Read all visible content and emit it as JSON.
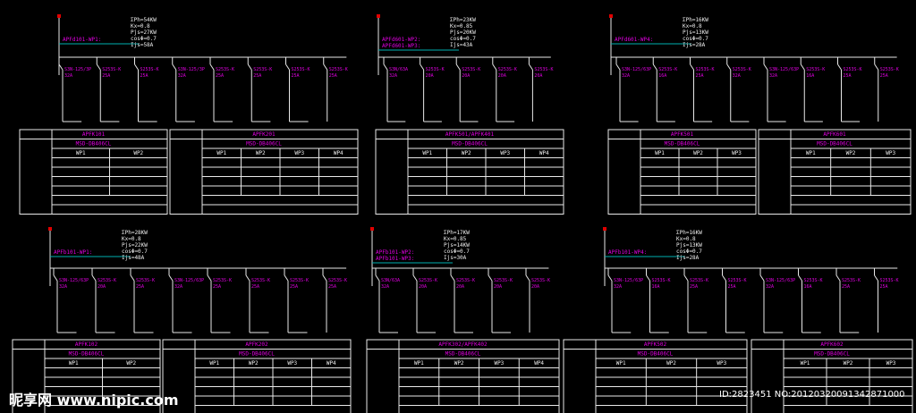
{
  "groups": [
    {
      "ref": "APFd101-WP1:",
      "params": [
        "ΣPh=54KW",
        "Kx=0.8",
        "Pjs=27KW",
        "cosΦ=0.7",
        "Ijs=58A"
      ],
      "switches": [
        "S3N-125/3P 32A",
        "S253S-K 25A",
        "S253S-K 25A",
        "S3N-125/3P 32A",
        "S253S-K 25A",
        "S253S-K 25A",
        "S253S-K 25A",
        "S253S-K 25A"
      ],
      "tables": [
        {
          "title": "APFK101",
          "model": "MSD-DB406CL",
          "cols": [
            "WP1",
            "WP2"
          ]
        },
        {
          "title": "APFK201",
          "model": "MSD-DB406CL",
          "cols": [
            "WP1",
            "WP2",
            "WP3",
            "WP4"
          ]
        }
      ]
    },
    {
      "ref": "APFd601-WP2: APFd601-WP3:",
      "params": [
        "ΣPh=23KW",
        "Kx=0.85",
        "Pjs=20KW",
        "cosΦ=0.7",
        "Ijs=43A"
      ],
      "switches": [
        "S3N/63A 32A",
        "S253S-K 20A",
        "S253S-K 20A",
        "S253S-K 20A",
        "S253S-K 20A"
      ],
      "tables": [
        {
          "title": "APFK501/APFK401",
          "model": "MSD-DB406CL",
          "cols": [
            "WP1",
            "WP2",
            "WP3",
            "WP4"
          ]
        }
      ]
    },
    {
      "ref": "APFd601-WP4:",
      "params": [
        "ΣPh=16KW",
        "Kx=0.8",
        "Pjs=13KW",
        "cosΦ=0.7",
        "Ijs=28A"
      ],
      "switches": [
        "S3N-125/63P 32A",
        "S253S-K 16A",
        "S253S-K 25A",
        "S253S-K 32A",
        "S3N-125/63P 32A",
        "S253S-K 16A",
        "S253S-K 25A",
        "S253S-K 25A"
      ],
      "tables": [
        {
          "title": "APFK501",
          "model": "MSD-DB406CL",
          "cols": [
            "WP1",
            "WP2",
            "WP3"
          ]
        },
        {
          "title": "APFK601",
          "model": "MSD-DB406CL",
          "cols": [
            "WP1",
            "WP2",
            "WP3"
          ]
        }
      ]
    },
    {
      "ref": "APFb101-WP1:",
      "params": [
        "ΣPh=28KW",
        "Kx=0.8",
        "Pjs=22KW",
        "cosΦ=0.7",
        "Ijs=48A"
      ],
      "switches": [
        "S3N-125/63P 32A",
        "S253S-K 20A",
        "S253S-K 25A",
        "S3N-125/63P 32A",
        "S253S-K 25A",
        "S253S-K 25A",
        "S253S-K 25A",
        "S253S-K 25A"
      ],
      "tables": [
        {
          "title": "APFK102",
          "model": "MSD-DB406CL",
          "cols": [
            "WP1",
            "WP2"
          ]
        },
        {
          "title": "APFK202",
          "model": "MSD-DB406CL",
          "cols": [
            "WP1",
            "WP2",
            "WP3",
            "WP4"
          ]
        }
      ]
    },
    {
      "ref": "APFb101-WP2: APFb101-WP3:",
      "params": [
        "ΣPh=17KW",
        "Kx=0.85",
        "Pjs=14KW",
        "cosΦ=0.7",
        "Ijs=30A"
      ],
      "switches": [
        "S3N/63A 32A",
        "S253S-K 20A",
        "S253S-K 20A",
        "S253S-K 20A",
        "S253S-K 20A"
      ],
      "tables": [
        {
          "title": "APFK302/APFK402",
          "model": "MSD-DB406CL",
          "cols": [
            "WP1",
            "WP2",
            "WP3",
            "WP4"
          ]
        }
      ]
    },
    {
      "ref": "APFb101-WP4:",
      "params": [
        "ΣPh=16KW",
        "Kx=0.8",
        "Pjs=13KW",
        "cosΦ=0.7",
        "Ijs=28A"
      ],
      "switches": [
        "S3N-125/63P 32A",
        "S253S-K 16A",
        "S253S-K 25A",
        "S253S-K 25A",
        "S3N-125/63P 32A",
        "S253S-K 16A",
        "S253S-K 25A",
        "S253S-K 25A"
      ],
      "tables": [
        {
          "title": "APFK502",
          "model": "MSD-DB406CL",
          "cols": [
            "WP1",
            "WP2",
            "WP3"
          ]
        },
        {
          "title": "APFK602",
          "model": "MSD-DB406CL",
          "cols": [
            "WP1",
            "WP2",
            "WP3"
          ]
        }
      ]
    }
  ],
  "watermark": {
    "brand": "昵享网 www.nipic.com",
    "id": "ID:2823451 NO:20120320091342871000"
  }
}
